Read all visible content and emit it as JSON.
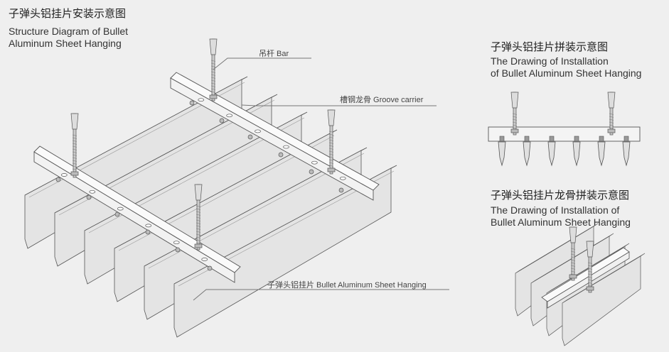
{
  "main_title": {
    "cn": "子弹头铝挂片安装示意图",
    "en_line1": "Structure Diagram of Bullet",
    "en_line2": "Aluminum Sheet Hanging"
  },
  "labels": {
    "bar": "吊杆  Bar",
    "groove_carrier": "槽钢龙骨  Groove carrier",
    "sheet": "子弹头铝挂片   Bullet Aluminum Sheet Hanging"
  },
  "top_right": {
    "cn": "子弹头铝挂片拼装示意图",
    "en_line1": "The Drawing of Installation",
    "en_line2": "of Bullet Aluminum Sheet Hanging"
  },
  "bottom_right": {
    "cn": "子弹头铝挂片龙骨拼装示意图",
    "en_line1": "The Drawing of Installation of",
    "en_line2": "Bullet Aluminum Sheet Hanging"
  },
  "colors": {
    "background": "#efefef",
    "line": "#555555",
    "face": "#e2e2e2"
  }
}
